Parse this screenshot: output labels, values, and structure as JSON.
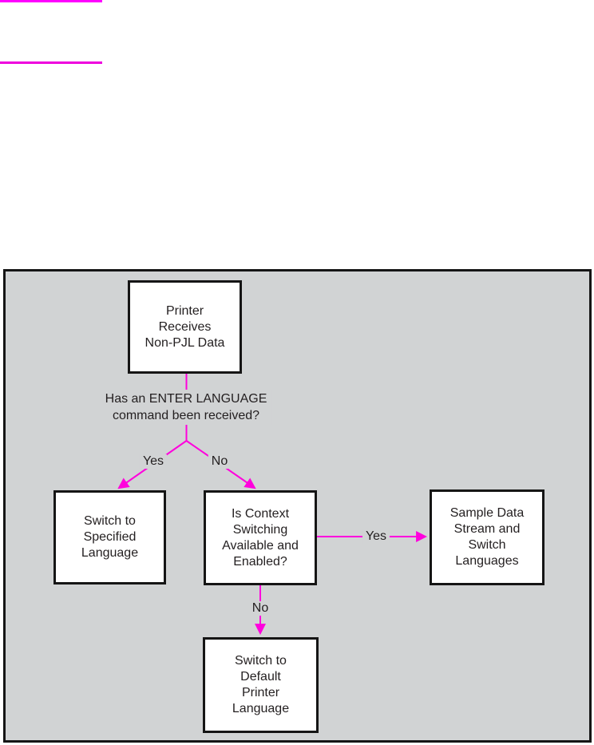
{
  "decorations": {
    "rule_top_color": "#ff00ff",
    "rule_bottom_color": "#ee00dd"
  },
  "flowchart": {
    "colors": {
      "panel_background": "#d1d3d4",
      "panel_border": "#151515",
      "node_background": "#ffffff",
      "node_border": "#151515",
      "connector": "#ff00dd",
      "text": "#231f20"
    },
    "nodes": {
      "start": "Printer\nReceives\nNon-PJL Data",
      "switch_specified": "Switch to\nSpecified\nLanguage",
      "context_switching": "Is Context\nSwitching\nAvailable and\nEnabled?",
      "sample_data": "Sample Data\nStream and\nSwitch\nLanguages",
      "switch_default": "Switch to\nDefault\nPrinter\nLanguage"
    },
    "question": "Has an ENTER LANGUAGE\ncommand been received?",
    "labels": {
      "enter_yes": "Yes",
      "enter_no": "No",
      "context_yes": "Yes",
      "context_no": "No"
    }
  }
}
